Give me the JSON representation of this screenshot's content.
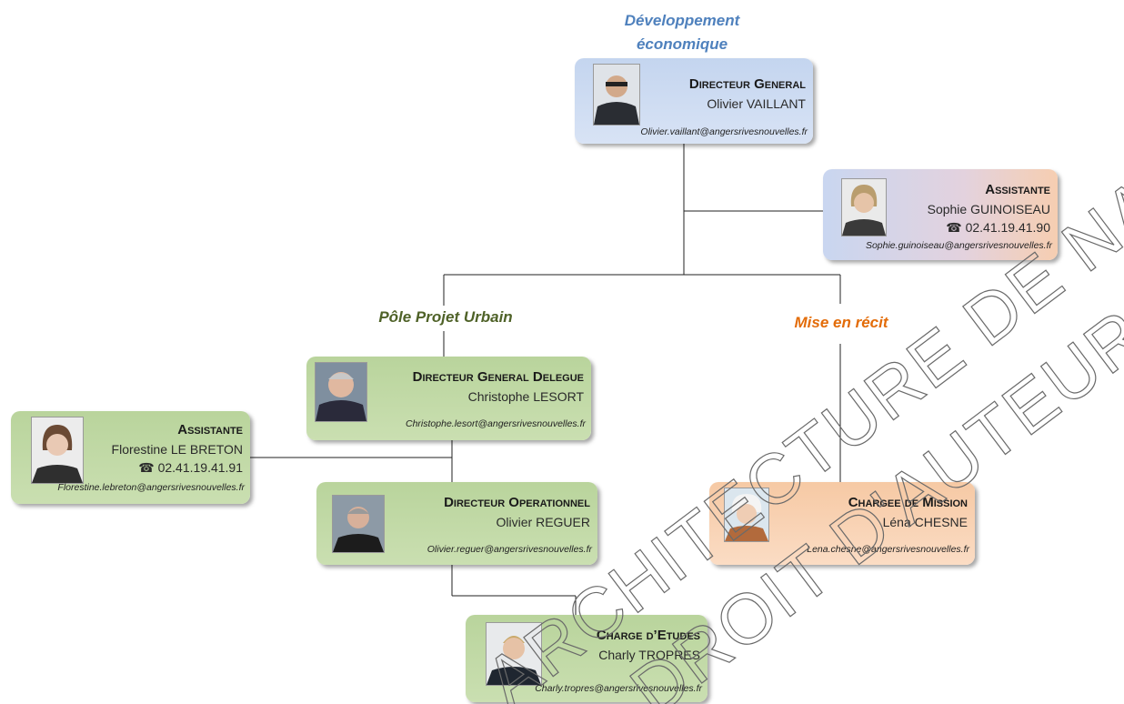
{
  "sections": {
    "dev_eco": "Développement économique",
    "pole_urbain": "Pôle Projet Urbain",
    "mise_recit": "Mise en récit"
  },
  "watermark": {
    "line1": "ARCHITECTURE DE NANTES",
    "line2": "DROIT D'AUTEUR"
  },
  "cards": {
    "dg": {
      "title": "Directeur General",
      "name": "Olivier VAILLANT",
      "email": "Olivier.vaillant@angersrivesnouvelles.fr"
    },
    "assistant_dg": {
      "title": "Assistante",
      "name": "Sophie GUINOISEAU",
      "phone": "02.41.19.41.90",
      "email": "Sophie.guinoiseau@angersrivesnouvelles.fr"
    },
    "dgd": {
      "title": "Directeur General Delegue",
      "name": "Christophe LESORT",
      "email": "Christophe.lesort@angersrivesnouvelles.fr"
    },
    "assistant_dgd": {
      "title": "Assistante",
      "name": "Florestine LE BRETON",
      "phone": "02.41.19.41.91",
      "email": "Florestine.lebreton@angersrivesnouvelles.fr"
    },
    "dop": {
      "title": "Directeur Operationnel",
      "name": "Olivier REGUER",
      "email": "Olivier.reguer@angersrivesnouvelles.fr"
    },
    "mission": {
      "title": "Chargee de Mission",
      "name": "Léna CHESNE",
      "email": "Lena.chesne@angersrivesnouvelles.fr"
    },
    "etudes": {
      "title": "Charge d’Etudes",
      "name": "Charly TROPRES",
      "email": "Charly.tropres@angersrivesnouvelles.fr"
    }
  },
  "colors": {
    "dev_eco": "#4f81bd",
    "pole_urbain": "#4f6228",
    "mise_recit": "#e36c09"
  },
  "icons": {
    "phone": "phone-icon"
  }
}
